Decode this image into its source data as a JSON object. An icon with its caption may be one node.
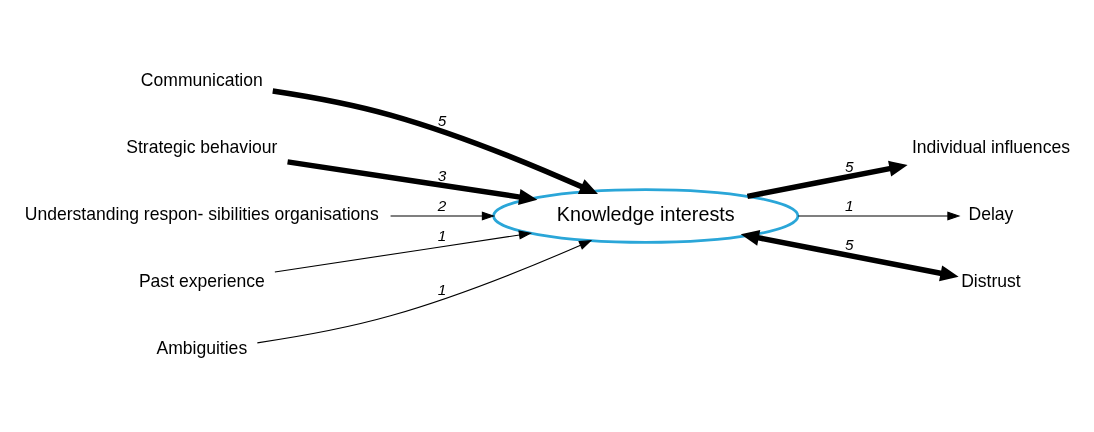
{
  "diagram": {
    "nodes": [
      {
        "text": [
          "Communication"
        ]
      },
      {
        "text": [
          "Strategic behaviour"
        ]
      },
      {
        "text": [
          "Understanding respon- sibilities organisations"
        ]
      },
      {
        "text": [
          "Past experience"
        ]
      },
      {
        "text": [
          "Ambiguities"
        ]
      },
      {
        "text": [
          "Knowledge interests"
        ]
      },
      {
        "text": [
          "Individual influences"
        ]
      },
      {
        "text": [
          "Delay"
        ]
      },
      {
        "text": [
          "Distrust"
        ]
      }
    ],
    "edges": [
      {
        "from": 0,
        "to": 5,
        "arrow": "to",
        "label": "5",
        "style": "thick"
      },
      {
        "from": 1,
        "to": 5,
        "arrow": "to",
        "label": "3",
        "style": "thick"
      },
      {
        "from": 2,
        "to": 5,
        "arrow": "to",
        "label": "2"
      },
      {
        "from": 3,
        "to": 5,
        "arrow": "to",
        "label": "1"
      },
      {
        "from": 4,
        "to": 5,
        "arrow": "to",
        "label": "1"
      },
      {
        "from": 5,
        "to": 6,
        "arrow": "to",
        "label": "5",
        "style": "thick"
      },
      {
        "from": 5,
        "to": 7,
        "arrow": "to",
        "label": "1"
      },
      {
        "from": 5,
        "to": 8,
        "arrow": "both",
        "label": "5",
        "style": "thick"
      }
    ]
  }
}
